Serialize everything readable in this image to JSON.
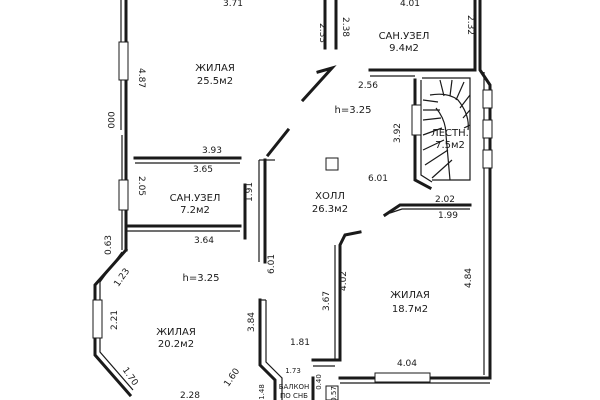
{
  "rooms": {
    "living_top": {
      "name": "ЖИЛАЯ",
      "area": "25.5м2"
    },
    "bath_top": {
      "name": "САН.УЗЕЛ",
      "area": "9.4м2"
    },
    "stairs": {
      "name": "ЛЕСТН.",
      "area": "7.5м2"
    },
    "hall": {
      "name": "ХОЛЛ",
      "area": "26.3м2"
    },
    "bath_left": {
      "name": "САН.УЗЕЛ",
      "area": "7.2м2"
    },
    "living_right": {
      "name": "ЖИЛАЯ",
      "area": "18.7м2"
    },
    "living_bottom": {
      "name": "ЖИЛАЯ",
      "area": "20.2м2"
    },
    "balcony": {
      "name": "БАЛКОН",
      "sub": "ПО СНБ"
    }
  },
  "heights": {
    "upper": "h=3.25",
    "lower": "h=3.25"
  },
  "dimensions": {
    "d371": "3.71",
    "d401": "4.01",
    "d233": "2.33",
    "d238": "2.38",
    "d232": "2.32",
    "d487": "4.87",
    "d000": "000",
    "d256": "2.56",
    "d392": "3.92",
    "d393": "3.93",
    "d365": "3.65",
    "d601a": "6.01",
    "d205": "2.05",
    "d191": "1.91",
    "d202": "2.02",
    "d199": "1.99",
    "d063": "0.63",
    "d364": "3.64",
    "d601b": "6.01",
    "d123": "1.23",
    "d402": "4.02",
    "d367": "3.67",
    "d484": "4.84",
    "d221": "2.21",
    "d384": "3.84",
    "d181": "1.81",
    "d173": "1.73",
    "d404": "4.04",
    "d170": "1.70",
    "d160": "1.60",
    "d228": "2.28",
    "d148": "1.48",
    "d040": "0.40",
    "d057": "0.57"
  }
}
